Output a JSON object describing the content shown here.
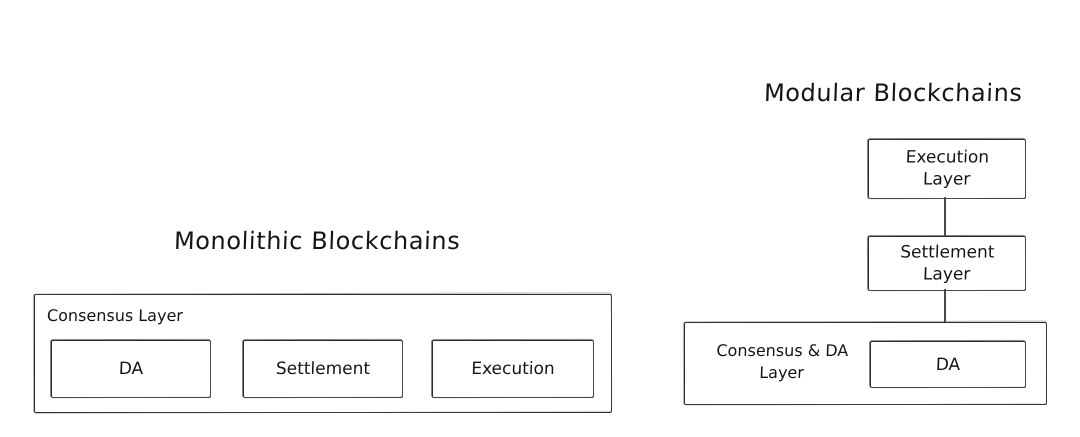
{
  "diagram": {
    "type": "comparison-diagram",
    "style": "hand-drawn-sketch",
    "background_color": "#ffffff",
    "stroke_color": "#2b2b2f",
    "text_color": "#151515"
  },
  "monolithic": {
    "title": "Monolithic Blockchains",
    "outer_box_label": "Consensus Layer",
    "components": [
      {
        "label": "DA"
      },
      {
        "label": "Settlement"
      },
      {
        "label": "Execution"
      }
    ]
  },
  "modular": {
    "title": "Modular Blockchains",
    "layers": [
      {
        "label": "Execution\nLayer"
      },
      {
        "label": "Settlement\nLayer"
      }
    ],
    "base_layer_label": "Consensus & DA\nLayer",
    "base_layer_component": {
      "label": "DA"
    },
    "connectors": [
      {
        "from": "Execution Layer",
        "to": "Settlement Layer"
      },
      {
        "from": "Settlement Layer",
        "to": "Consensus & DA Layer"
      }
    ]
  }
}
